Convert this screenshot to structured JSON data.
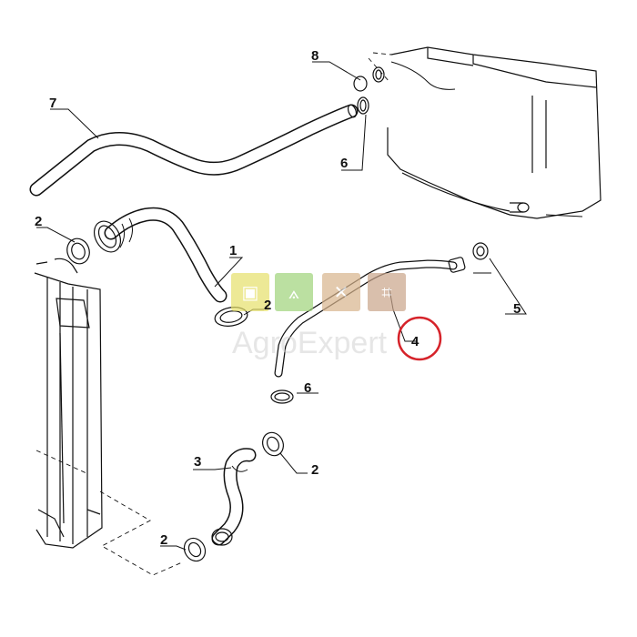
{
  "callouts": {
    "c1": "1",
    "c2a": "2",
    "c2b": "2",
    "c2c": "2",
    "c2d": "2",
    "c3": "3",
    "c4": "4",
    "c5": "5",
    "c6a": "6",
    "c6b": "6",
    "c7": "7",
    "c8": "8"
  },
  "watermark": {
    "text": "AgroExpert",
    "tiles": [
      {
        "icon": "tractor-icon",
        "color": "#e6e06a"
      },
      {
        "icon": "wheelbarrow-icon",
        "color": "#9fd37a"
      },
      {
        "icon": "tools-icon",
        "color": "#d8b48c"
      },
      {
        "icon": "grid-icon",
        "color": "#c9a48a"
      }
    ]
  },
  "highlight": {
    "color": "#d6232a",
    "target": "4"
  }
}
